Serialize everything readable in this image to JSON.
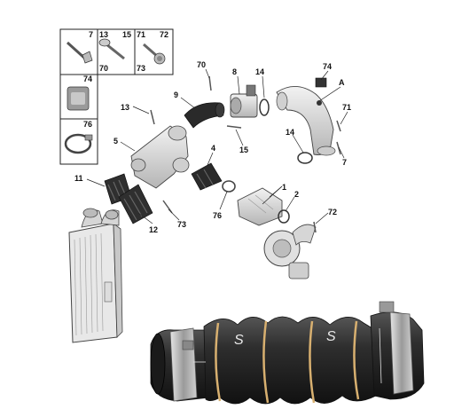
{
  "legend": {
    "cells": [
      {
        "labels": [
          "7"
        ],
        "icon": "bolt-icon"
      },
      {
        "labels": [
          "13",
          "15",
          "70"
        ],
        "icon": "screw-icon"
      },
      {
        "labels": [
          "71",
          "72",
          "73"
        ],
        "icon": "flange-bolt-icon"
      },
      {
        "labels": [
          "74"
        ],
        "icon": "clip-nut-icon"
      },
      {
        "labels": [
          "76"
        ],
        "icon": "hose-clamp-icon"
      }
    ]
  },
  "callouts": {
    "p70": "70",
    "p8": "8",
    "p14a": "14",
    "p74": "74",
    "pA": "A",
    "p9": "9",
    "p13": "13",
    "p71": "71",
    "p15": "15",
    "p14b": "14",
    "p7": "7",
    "p5": "5",
    "p4": "4",
    "p1": "1",
    "p2": "2",
    "p11": "11",
    "p76": "76",
    "p72": "72",
    "p12": "12",
    "p73": "73"
  },
  "hose_marking": "S",
  "colors": {
    "line": "#222222",
    "part_fill": "#dcdcdc",
    "hose_dark": "#2b2b2b",
    "hose_band": "#d8b070",
    "clamp": "#b8b8b8"
  }
}
